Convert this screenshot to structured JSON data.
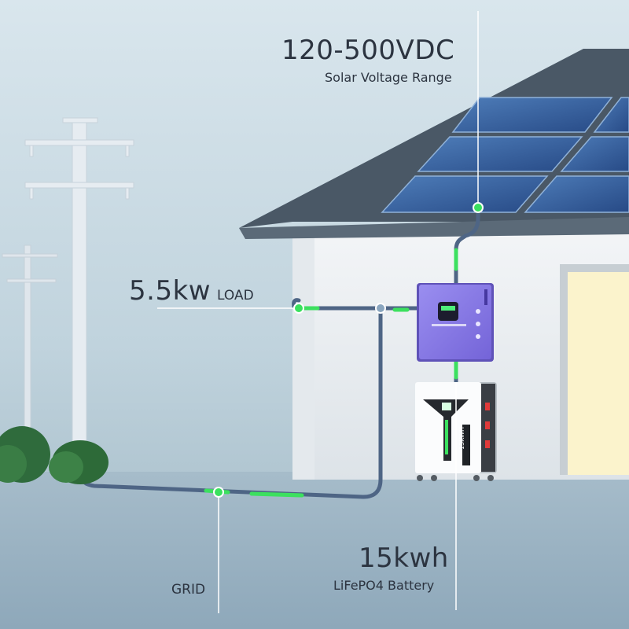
{
  "solar": {
    "value": "120-500VDC",
    "caption": "Solar Voltage Range"
  },
  "load": {
    "value": "5.5kw",
    "unit": "LOAD"
  },
  "battery": {
    "value": "15kwh",
    "caption": "LiFePO4 Battery",
    "badge": "15KWH"
  },
  "grid": {
    "label": "GRID"
  },
  "colors": {
    "sky_top": "#d3e2ea",
    "sky_bottom": "#a9bfca",
    "ground": "#93acbd",
    "roof": "#4b5a68",
    "wall": "#eef1f3",
    "inverter": "#8c7ee8",
    "cable": "#4e6585",
    "accent_green": "#3ae05e",
    "window_glow": "#fdf7d6"
  },
  "icons": [
    "utility-pole",
    "solar-panel",
    "inverter",
    "battery",
    "shrub"
  ]
}
